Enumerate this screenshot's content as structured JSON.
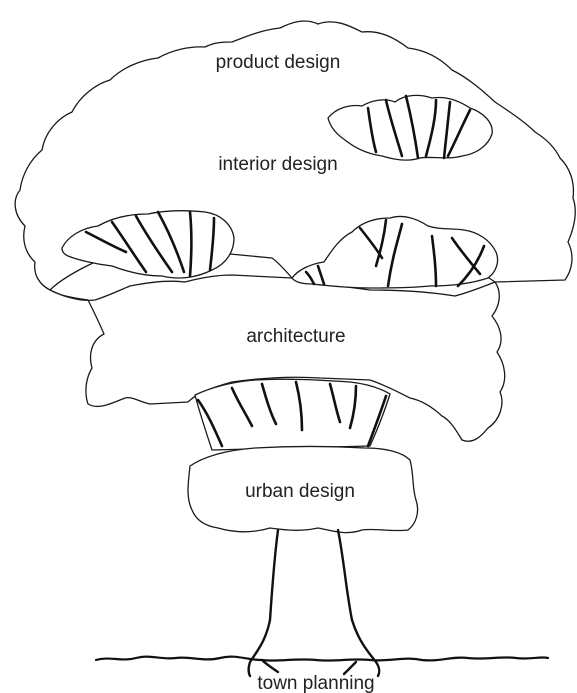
{
  "diagram": {
    "labels": {
      "product_design": "product design",
      "interior_design": "interior design",
      "architecture": "architecture",
      "urban_design": "urban design",
      "town_planning": "town planning"
    },
    "colors": {
      "line": "#111111",
      "background": "#ffffff",
      "text": "#222222"
    }
  }
}
